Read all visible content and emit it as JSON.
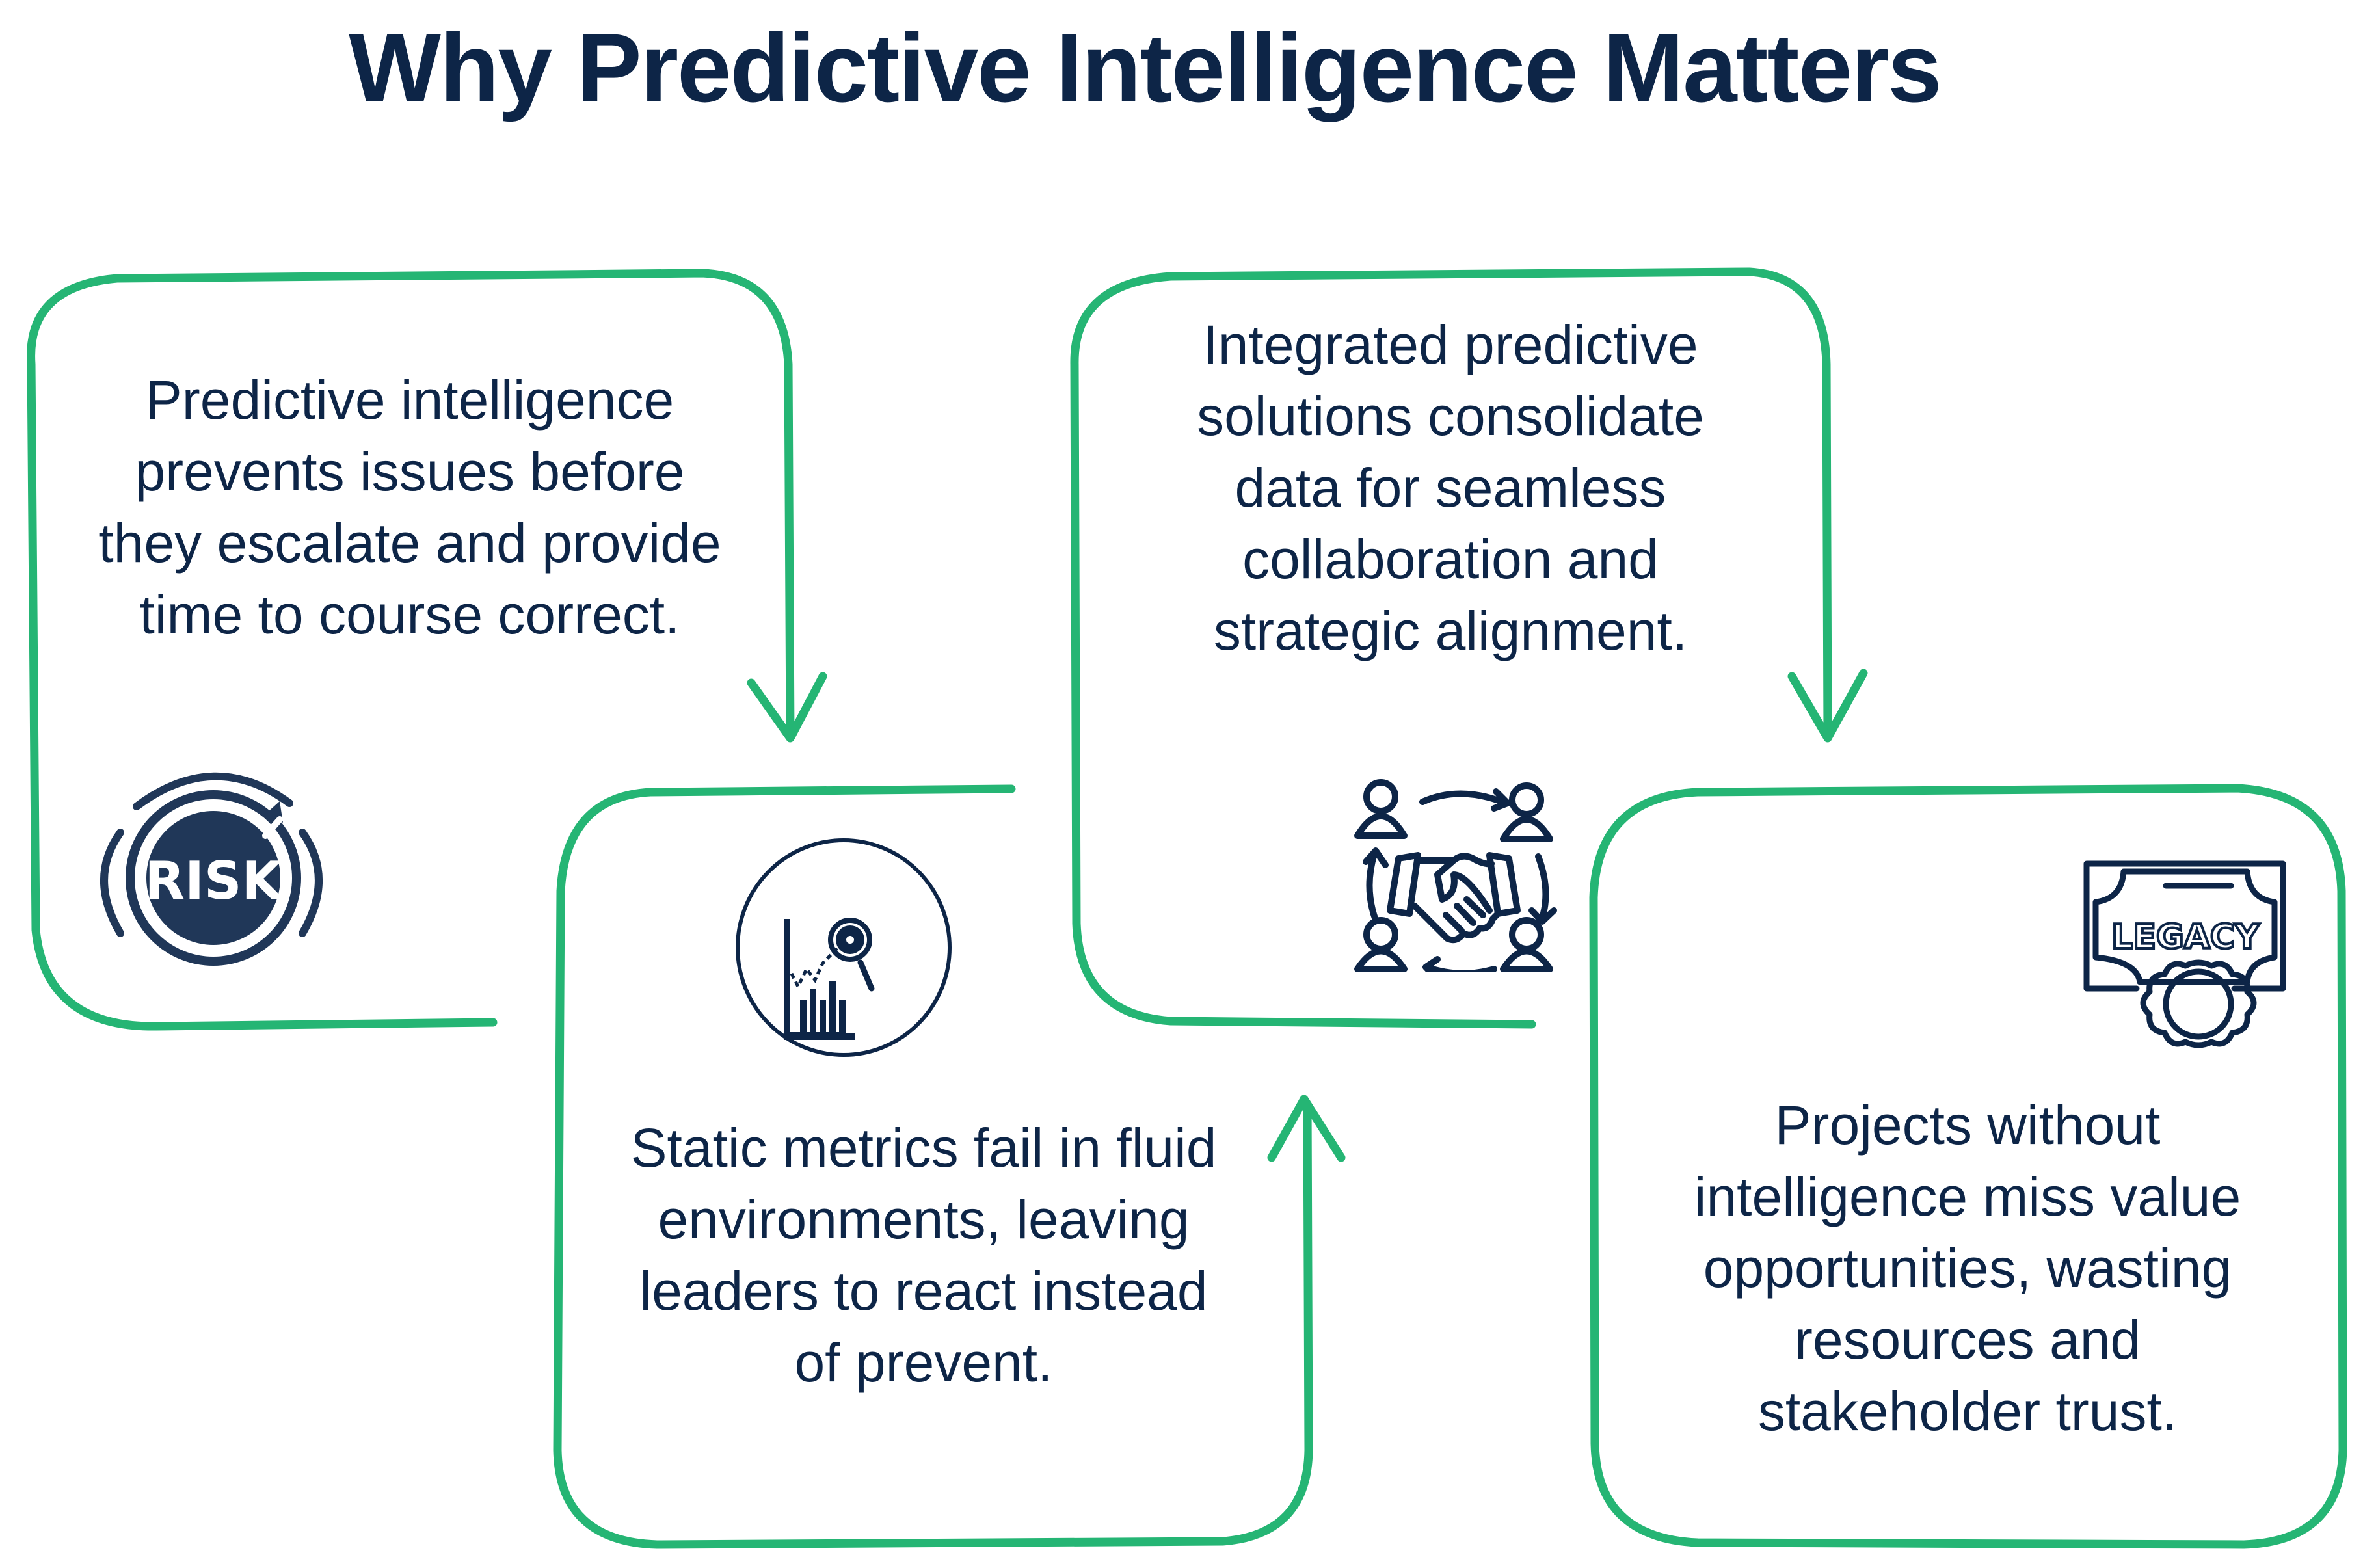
{
  "title": "Why Predictive Intelligence Matters",
  "colors": {
    "accent": "#25b574",
    "text": "#0d2547",
    "icon": "#0d2547"
  },
  "cards": [
    {
      "id": "prevention",
      "lines": [
        "Predictive intelligence",
        "prevents issues before",
        "they escalate and provide",
        "time to course correct."
      ],
      "icon": "risk-gauge-icon",
      "icon_label": "RISK"
    },
    {
      "id": "static-metrics",
      "lines": [
        "Static metrics fail in fluid",
        "environments, leaving",
        "leaders to react instead",
        "of prevent."
      ],
      "icon": "chart-magnifier-icon"
    },
    {
      "id": "integration",
      "lines": [
        "Integrated predictive",
        "solutions consolidate",
        "data for seamless",
        "collaboration and",
        "strategic alignment."
      ],
      "icon": "handshake-collaboration-icon"
    },
    {
      "id": "missed-value",
      "lines": [
        "Projects without",
        "intelligence miss value",
        "opportunities, wasting",
        "resources and",
        "stakeholder trust."
      ],
      "icon": "legacy-certificate-icon",
      "icon_label": "LEGACY"
    }
  ]
}
